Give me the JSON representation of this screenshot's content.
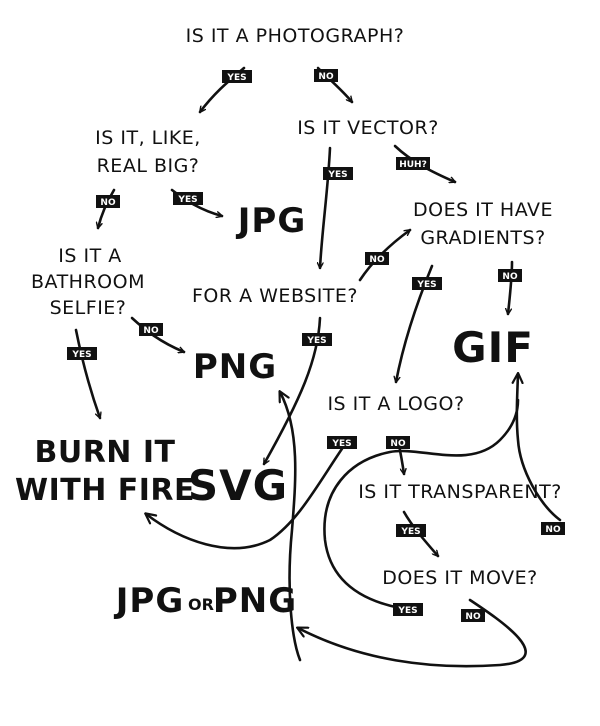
{
  "questions": {
    "photograph": "IS IT A PHOTOGRAPH?",
    "real_big_1": "IS IT, LIKE,",
    "real_big_2": "REAL BIG?",
    "vector": "IS IT VECTOR?",
    "bathroom_1": "IS IT A",
    "bathroom_2": "BATHROOM",
    "bathroom_3": "SELFIE?",
    "gradients_1": "DOES IT HAVE",
    "gradients_2": "GRADIENTS?",
    "website": "FOR A WEBSITE?",
    "logo": "IS IT A LOGO?",
    "transparent": "IS IT TRANSPARENT?",
    "move": "DOES IT MOVE?"
  },
  "answers": {
    "jpg": "JPG",
    "png": "PNG",
    "gif": "GIF",
    "burn_1": "BURN IT",
    "burn_2": "WITH FIRE",
    "svg": "SVG",
    "jpg_or_png_a": "JPG",
    "jpg_or_png_or": "OR",
    "jpg_or_png_b": "PNG"
  },
  "tags": {
    "photo_yes": "YES",
    "photo_no": "NO",
    "big_no": "NO",
    "big_yes": "YES",
    "vector_yes": "YES",
    "vector_huh": "HUH?",
    "website_no": "NO",
    "gradients_yes": "YES",
    "gradients_no": "NO",
    "selfie_yes": "YES",
    "selfie_no": "NO",
    "website_yes": "YES",
    "logo_yes": "YES",
    "logo_no": "NO",
    "transparent_yes": "YES",
    "transparent_no": "NO",
    "move_yes": "YES",
    "move_no": "NO"
  }
}
